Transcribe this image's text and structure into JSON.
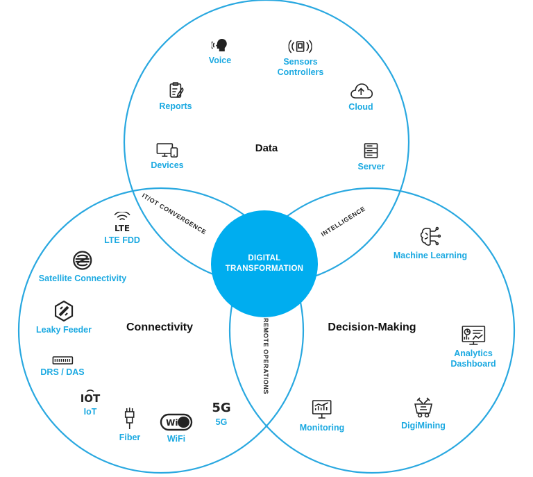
{
  "circles": {
    "data": {
      "title": "Data"
    },
    "connectivity": {
      "title": "Connectivity"
    },
    "decision": {
      "title": "Decision-Making"
    }
  },
  "center": {
    "line1": "DIGITAL",
    "line2": "TRANSFORMATION"
  },
  "bridges": {
    "it_ot": "IT/OT CONVERGENCE",
    "intelligence": "INTELLIGENCE",
    "remote": "REMOTE OPERATIONS"
  },
  "data_items": {
    "voice": "Voice",
    "sensors_1": "Sensors",
    "sensors_2": "Controllers",
    "reports": "Reports",
    "cloud": "Cloud",
    "devices": "Devices",
    "server": "Server"
  },
  "connectivity_items": {
    "lte": "LTE FDD",
    "satellite": "Satellite Connectivity",
    "leaky": "Leaky Feeder",
    "drs": "DRS / DAS",
    "iot": "IoT",
    "fiber": "Fiber",
    "wifi": "WiFi",
    "fiveg": "5G"
  },
  "decision_items": {
    "ml": "Machine Learning",
    "analytics_1": "Analytics",
    "analytics_2": "Dashboard",
    "monitoring": "Monitoring",
    "digimining": "DigiMining"
  },
  "icon_glyphs": {
    "lte": "LTE",
    "iot": "IOT",
    "wifi": "WiFi",
    "fiveg": "5G"
  },
  "colors": {
    "accent": "#1ba9e1",
    "center_fill": "#00adef",
    "ring": "#29a8e0"
  }
}
